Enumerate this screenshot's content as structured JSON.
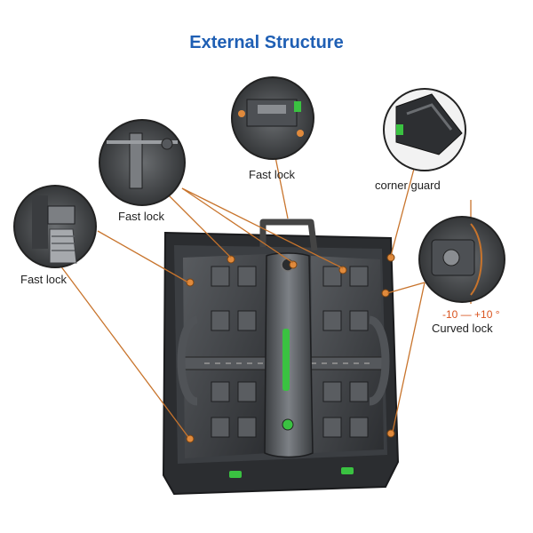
{
  "title": "External Structure",
  "labels": {
    "fast_lock_top": "Fast lock",
    "fast_lock_mid": "Fast lock",
    "fast_lock_left": "Fast lock",
    "corner_guard": "corner guard",
    "curved_lock_range": "-10 — +10 °",
    "curved_lock": "Curved lock"
  },
  "colors": {
    "title": "#1f5fb4",
    "callout_line": "#c8742c",
    "panel_dark": "#2e3033",
    "panel_mid": "#45484c",
    "accent_green": "#3ac241",
    "lock_orange": "#e08a3c",
    "range_text": "#d9531e"
  }
}
